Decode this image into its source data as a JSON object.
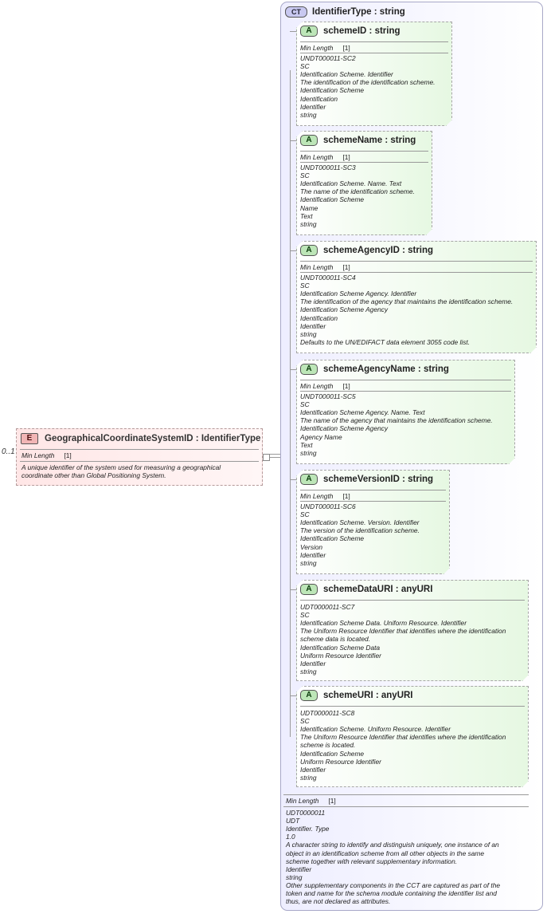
{
  "element": {
    "occurrence": "0..1",
    "badge": "E",
    "name": "GeographicalCoordinateSystemID",
    "type_sep": " : ",
    "type": "IdentifierType",
    "facet_label": "Min Length",
    "facet_value": "[1]",
    "description": [
      "A unique identifier of the system used for measuring a geographical",
      "coordinate other than Global Positioning System."
    ]
  },
  "complex_type": {
    "badge": "CT",
    "name": "IdentifierType",
    "type_sep": " : ",
    "type": "string",
    "facet_label": "Min Length",
    "facet_value": "[1]",
    "notes": [
      "UDT0000011",
      "UDT",
      "Identifier. Type",
      "1.0",
      "A character string to identify and distinguish uniquely, one instance of an",
      "object in an identification scheme from all other objects in the same",
      "scheme together with relevant supplementary information.",
      "Identifier",
      "string",
      "Other supplementary components in the CCT are captured as part of the",
      "token and name for the schema module containing the identifier list and",
      "thus, are not declared as attributes."
    ]
  },
  "attributes": [
    {
      "badge": "A",
      "name": "schemeID",
      "type_sep": " : ",
      "type": "string",
      "facet_label": "Min Length",
      "facet_value": "[1]",
      "notes": [
        "UNDT000011-SC2",
        "SC",
        "Identification Scheme. Identifier",
        "The identification of the identification scheme.",
        "Identification Scheme",
        "Identification",
        "Identifier",
        "string"
      ]
    },
    {
      "badge": "A",
      "name": "schemeName",
      "type_sep": " : ",
      "type": "string",
      "facet_label": "Min Length",
      "facet_value": "[1]",
      "notes": [
        "UNDT000011-SC3",
        "SC",
        "Identification Scheme. Name. Text",
        "The name of the identification scheme.",
        "Identification Scheme",
        "Name",
        "Text",
        "string"
      ]
    },
    {
      "badge": "A",
      "name": "schemeAgencyID",
      "type_sep": " : ",
      "type": "string",
      "facet_label": "Min Length",
      "facet_value": "[1]",
      "notes": [
        "UNDT000011-SC4",
        "SC",
        "Identification Scheme Agency. Identifier",
        "The identification of the agency that maintains the identification scheme.",
        "Identification Scheme Agency",
        "Identification",
        "Identifier",
        "string",
        "Defaults to the UN/EDIFACT data element 3055 code list."
      ]
    },
    {
      "badge": "A",
      "name": "schemeAgencyName",
      "type_sep": " : ",
      "type": "string",
      "facet_label": "Min Length",
      "facet_value": "[1]",
      "notes": [
        "UNDT000011-SC5",
        "SC",
        "Identification Scheme Agency. Name. Text",
        "The name of the agency that maintains the identification scheme.",
        "Identification Scheme Agency",
        "Agency Name",
        "Text",
        "string"
      ]
    },
    {
      "badge": "A",
      "name": "schemeVersionID",
      "type_sep": " : ",
      "type": "string",
      "facet_label": "Min Length",
      "facet_value": "[1]",
      "notes": [
        "UNDT000011-SC6",
        "SC",
        "Identification Scheme. Version. Identifier",
        "The version of the identification scheme.",
        "Identification Scheme",
        "Version",
        "Identifier",
        "string"
      ]
    },
    {
      "badge": "A",
      "name": "schemeDataURI",
      "type_sep": " : ",
      "type": "anyURI",
      "facet_label": "",
      "facet_value": "",
      "notes": [
        "UDT0000011-SC7",
        "SC",
        "Identification Scheme Data. Uniform Resource. Identifier",
        "The Uniform Resource Identifier that identifies where the identification",
        "scheme data is located.",
        "Identification Scheme Data",
        "Uniform Resource Identifier",
        "Identifier",
        "string"
      ]
    },
    {
      "badge": "A",
      "name": "schemeURI",
      "type_sep": " : ",
      "type": "anyURI",
      "facet_label": "",
      "facet_value": "",
      "notes": [
        "UDT0000011-SC8",
        "SC",
        "Identification Scheme. Uniform Resource. Identifier",
        "The Uniform Resource Identifier that identifies where the identification",
        "scheme is located.",
        "Identification Scheme",
        "Uniform Resource Identifier",
        "Identifier",
        "string"
      ]
    }
  ]
}
